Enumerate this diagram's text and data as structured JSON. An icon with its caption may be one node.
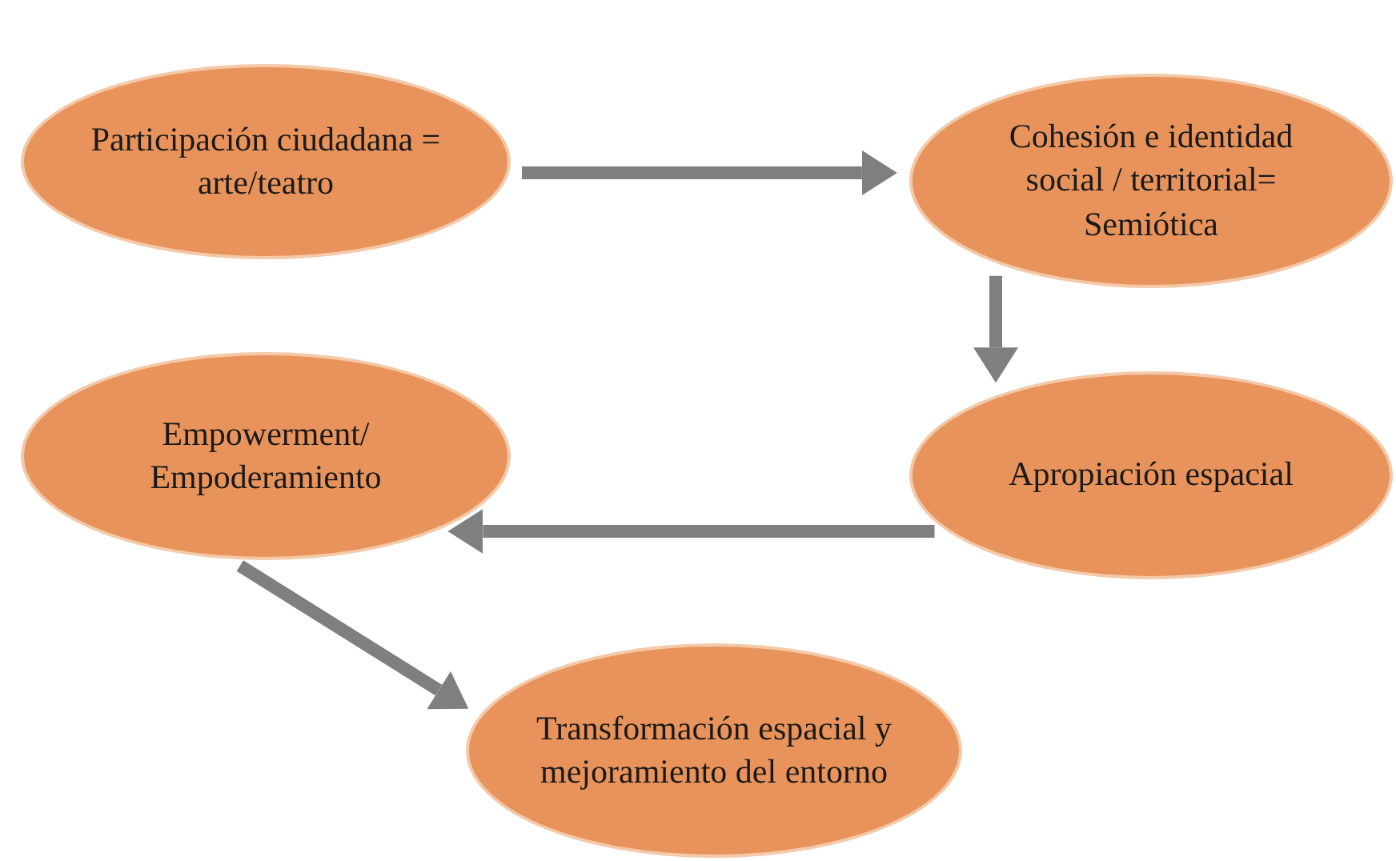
{
  "diagram": {
    "nodes": [
      {
        "text": [
          "Participación ciudadana = arte/teatro"
        ]
      },
      {
        "text": [
          "Cohesión e identidad social / territorial= Semiótica"
        ]
      },
      {
        "text": [
          "Apropiación espacial"
        ]
      },
      {
        "text": [
          "Empowerment/ Empoderamiento"
        ]
      },
      {
        "text": [
          "Transformación espacial y mejoramiento del entorno"
        ]
      }
    ],
    "edges": [
      {
        "from": 0,
        "to": 1,
        "arrow": "to"
      },
      {
        "from": 1,
        "to": 2,
        "arrow": "to"
      },
      {
        "from": 2,
        "to": 3,
        "arrow": "to"
      },
      {
        "from": 3,
        "to": 4,
        "arrow": "to"
      }
    ]
  }
}
